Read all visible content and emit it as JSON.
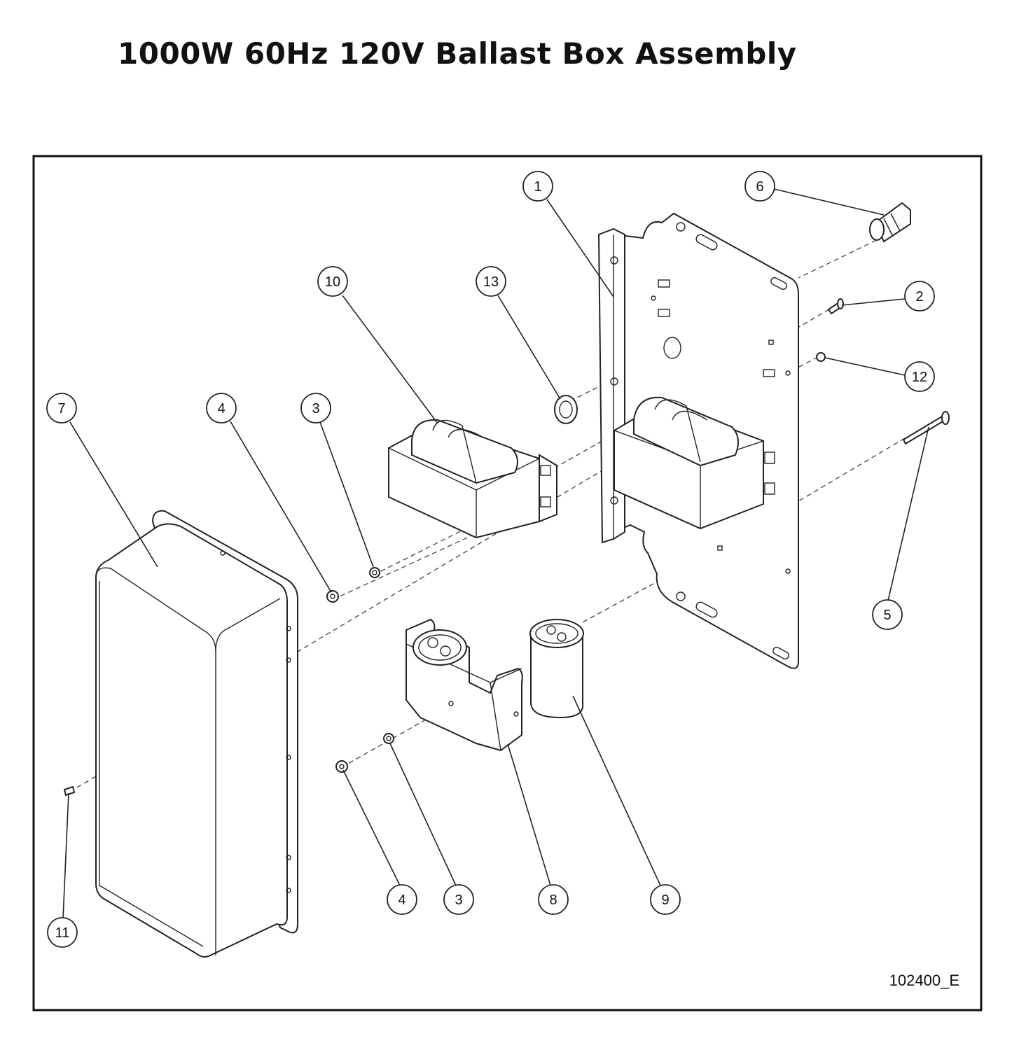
{
  "title": "1000W 60Hz 120V Ballast Box Assembly",
  "drawing_number": "102400_E",
  "callouts": [
    {
      "id": "c1",
      "label": "1"
    },
    {
      "id": "c2",
      "label": "2"
    },
    {
      "id": "c3a",
      "label": "3"
    },
    {
      "id": "c3b",
      "label": "3"
    },
    {
      "id": "c4a",
      "label": "4"
    },
    {
      "id": "c4b",
      "label": "4"
    },
    {
      "id": "c5",
      "label": "5"
    },
    {
      "id": "c6",
      "label": "6"
    },
    {
      "id": "c7",
      "label": "7"
    },
    {
      "id": "c8",
      "label": "8"
    },
    {
      "id": "c9",
      "label": "9"
    },
    {
      "id": "c10",
      "label": "10"
    },
    {
      "id": "c11",
      "label": "11"
    },
    {
      "id": "c12",
      "label": "12"
    },
    {
      "id": "c13",
      "label": "13"
    }
  ]
}
